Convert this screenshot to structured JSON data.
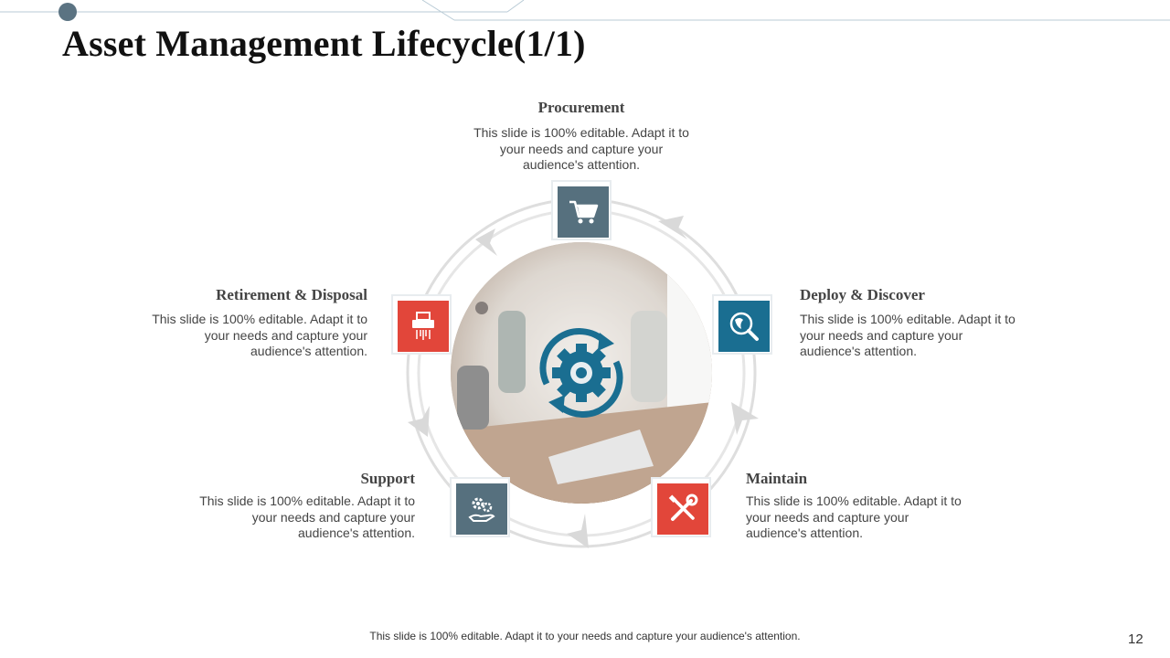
{
  "slide": {
    "title": "Asset Management Lifecycle(1/1)",
    "footer": "This slide is 100% editable. Adapt it to your needs and capture your audience's attention.",
    "page_number": "12"
  },
  "stages": {
    "procurement": {
      "title": "Procurement",
      "lines": [
        "This slide is 100% editable. Adapt it to",
        "your needs and capture your",
        "audience's attention."
      ],
      "icon": "shopping-cart-icon",
      "color": "#56707e"
    },
    "deploy": {
      "title": "Deploy & Discover",
      "lines": [
        "This slide is 100% editable. Adapt it to",
        "your needs and capture your",
        "audience's attention."
      ],
      "icon": "globe-search-icon",
      "color": "#1a6e91"
    },
    "maintain": {
      "title": "Maintain",
      "lines": [
        "This slide is 100% editable. Adapt it to",
        "your needs and capture your",
        "audience's attention."
      ],
      "icon": "tools-icon",
      "color": "#e2463a"
    },
    "support": {
      "title": "Support",
      "lines": [
        "This slide is 100% editable. Adapt it to",
        "your needs and capture your",
        "audience's attention."
      ],
      "icon": "gears-hand-icon",
      "color": "#56707e"
    },
    "retirement": {
      "title": "Retirement & Disposal",
      "lines": [
        "This slide is 100% editable. Adapt it to",
        "your needs and capture your",
        "audience's attention."
      ],
      "icon": "shredder-icon",
      "color": "#e2463a"
    }
  },
  "center": {
    "icon": "gear-cycle-icon",
    "accent": "#1a6e91"
  }
}
